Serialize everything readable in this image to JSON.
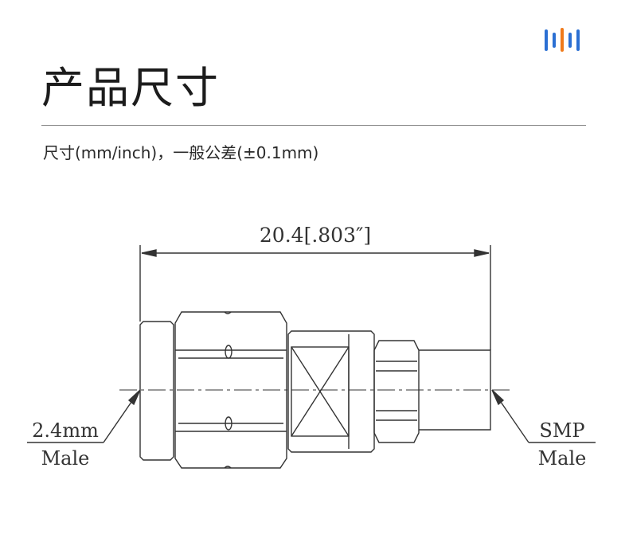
{
  "header": {
    "title": "产品尺寸",
    "subtitle": "尺寸(mm/inch)，一般公差(±0.1mm)"
  },
  "logo": {
    "icon": "bars-logo-icon",
    "colors": [
      "#2b6fd3",
      "#2b6fd3",
      "#f07a1a",
      "#2b6fd3",
      "#2b6fd3"
    ]
  },
  "drawing": {
    "dimension_label": "20.4[.803″]",
    "left_label_top": "2.4mm",
    "left_label_bottom": "Male",
    "right_label_top": "SMP",
    "right_label_bottom": "Male"
  }
}
